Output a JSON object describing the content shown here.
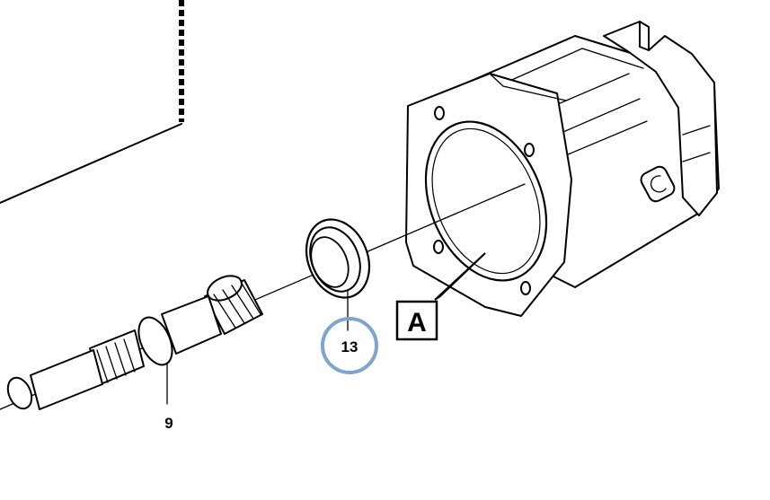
{
  "labels": {
    "shaft_number": "9",
    "seal_number": "13",
    "view_letter": "A"
  },
  "colors": {
    "highlight_circle": "#7fa4cf",
    "line": "#000000",
    "background": "#ffffff"
  }
}
